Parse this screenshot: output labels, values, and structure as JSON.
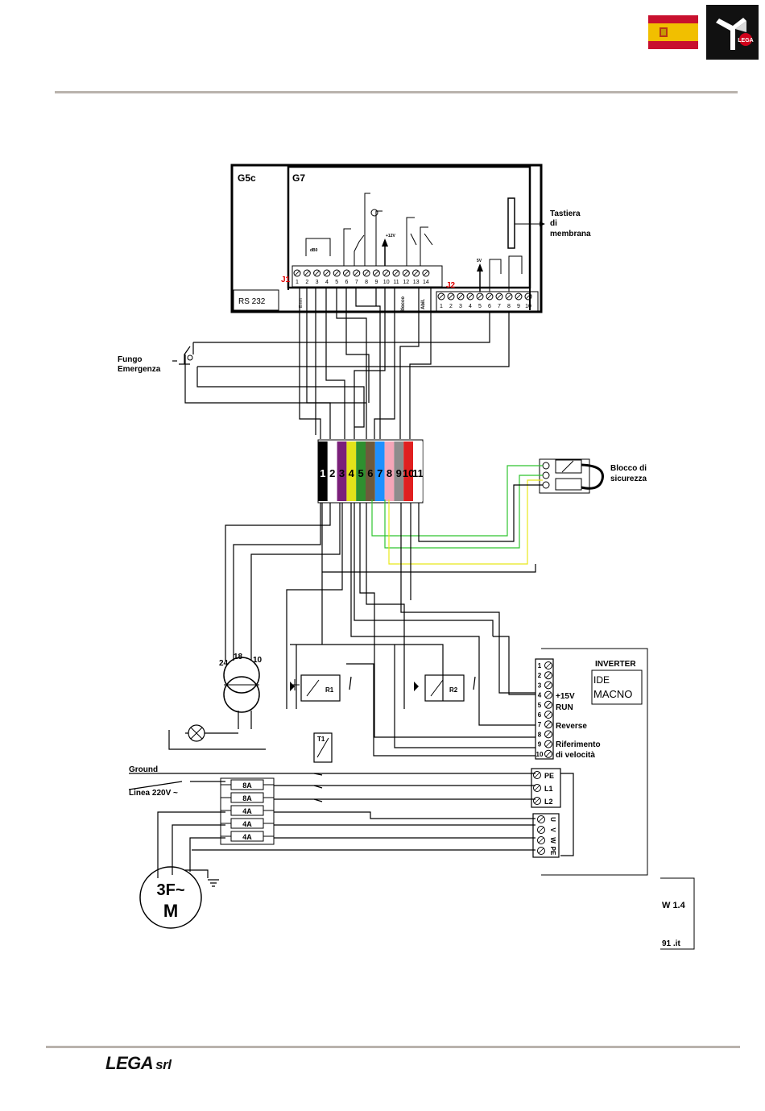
{
  "header": {
    "flag_icon": "spain-flag-icon",
    "logo_icon": "lega-logo-icon",
    "logo_text": "LEGA"
  },
  "diagram": {
    "board_g5": "G5c",
    "board_g7": "G7",
    "rs232": "RS 232",
    "j1_label": "J1",
    "j2_label": "J2",
    "j1_terminals": [
      "1",
      "2",
      "3",
      "4",
      "5",
      "6",
      "7",
      "8",
      "9",
      "10",
      "11",
      "12",
      "13",
      "14"
    ],
    "j2_terminals": [
      "1",
      "2",
      "3",
      "4",
      "5",
      "6",
      "7",
      "8",
      "9",
      "10"
    ],
    "tastiera": [
      "Tastiera",
      "di",
      "membrana"
    ],
    "plus12v": "+12V",
    "five_v": "5V",
    "sub_labels": {
      "emm": "Emm",
      "blocco": "Blocco",
      "abil": "Abil."
    },
    "fungo": [
      "Fungo",
      "Emergenza"
    ],
    "connector_numbers": [
      "1",
      "2",
      "3",
      "4",
      "5",
      "6",
      "7",
      "8",
      "9",
      "10",
      "11"
    ],
    "connector_colors": [
      "#000000",
      "#ffffff",
      "#7a1f7a",
      "#e3e31a",
      "#2f8f2f",
      "#6e5a3c",
      "#1e90ff",
      "#f4a6b8",
      "#8c8c8c",
      "#e02020",
      "#ffffff"
    ],
    "blocco_sicurezza": [
      "Blocco di",
      "sicurezza"
    ],
    "transformer_taps": [
      "24",
      "18",
      "10"
    ],
    "relay_r1": "R1",
    "relay_r2": "R2",
    "t1": "T1",
    "ground": "Ground",
    "linea": "Linea 220V ~",
    "fuses": [
      "8A",
      "8A",
      "4A",
      "4A",
      "4A"
    ],
    "motor": [
      "3F~",
      "M"
    ],
    "inverter_title": "INVERTER",
    "inverter_model": [
      "IDE",
      "MACNO"
    ],
    "inverter_terminals": [
      "1",
      "2",
      "3",
      "4",
      "5",
      "6",
      "7",
      "8",
      "9",
      "10"
    ],
    "inverter_labels": [
      "+15V",
      "RUN",
      "Reverse",
      "Riferimento",
      "di velocità"
    ],
    "power_terminals": [
      "PE",
      "L1",
      "L2"
    ],
    "output_terminals": [
      "U",
      "V",
      "W",
      "PE"
    ],
    "partial_box": [
      "W 1.4",
      "91 .it"
    ]
  },
  "footer": {
    "brand": "LEGA",
    "brand_suffix": "srl"
  }
}
